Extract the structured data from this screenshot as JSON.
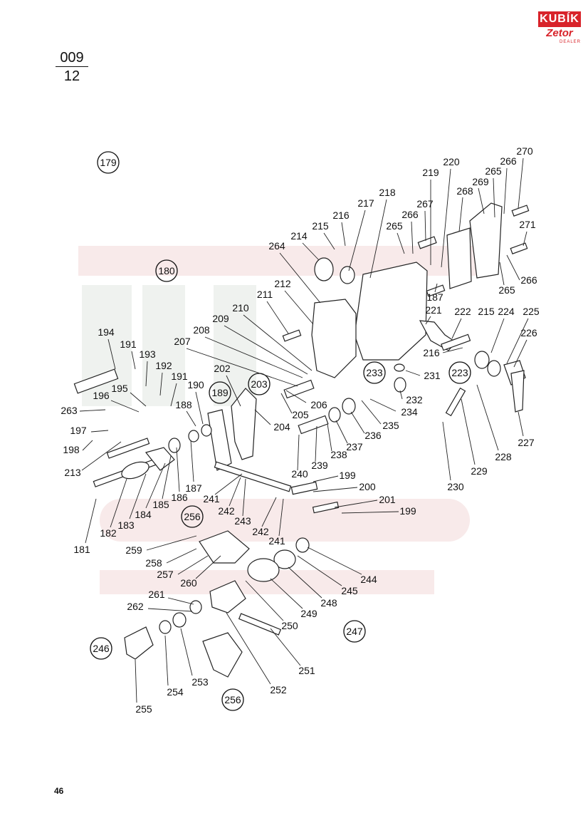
{
  "sheet": {
    "numerator": "009",
    "denominator": "12"
  },
  "logo": {
    "brand": "KUBÍK",
    "sub": "Zetor",
    "tag": "DEALER"
  },
  "page_number": "46",
  "group_labels": [
    "179",
    "180",
    "189",
    "203",
    "233",
    "223",
    "256",
    "246",
    "247",
    "256"
  ],
  "part_labels": [
    "270",
    "220",
    "266",
    "219",
    "265",
    "269",
    "268",
    "218",
    "271",
    "217",
    "216",
    "266",
    "267",
    "215",
    "265",
    "214",
    "264",
    "266",
    "265",
    "212",
    "187",
    "211",
    "210",
    "209",
    "221",
    "222",
    "215",
    "224",
    "225",
    "208",
    "216",
    "226",
    "207",
    "194",
    "191",
    "193",
    "231",
    "192",
    "202",
    "191",
    "190",
    "206",
    "232",
    "195",
    "196",
    "188",
    "205",
    "234",
    "263",
    "235",
    "204",
    "236",
    "197",
    "237",
    "228",
    "227",
    "238",
    "198",
    "213",
    "239",
    "229",
    "240",
    "199",
    "230",
    "200",
    "187",
    "241",
    "201",
    "186",
    "242",
    "185",
    "243",
    "242",
    "199",
    "184",
    "241",
    "183",
    "182",
    "181",
    "259",
    "244",
    "258",
    "257",
    "245",
    "260",
    "248",
    "249",
    "261",
    "262",
    "250",
    "251",
    "253",
    "254",
    "252",
    "255"
  ]
}
